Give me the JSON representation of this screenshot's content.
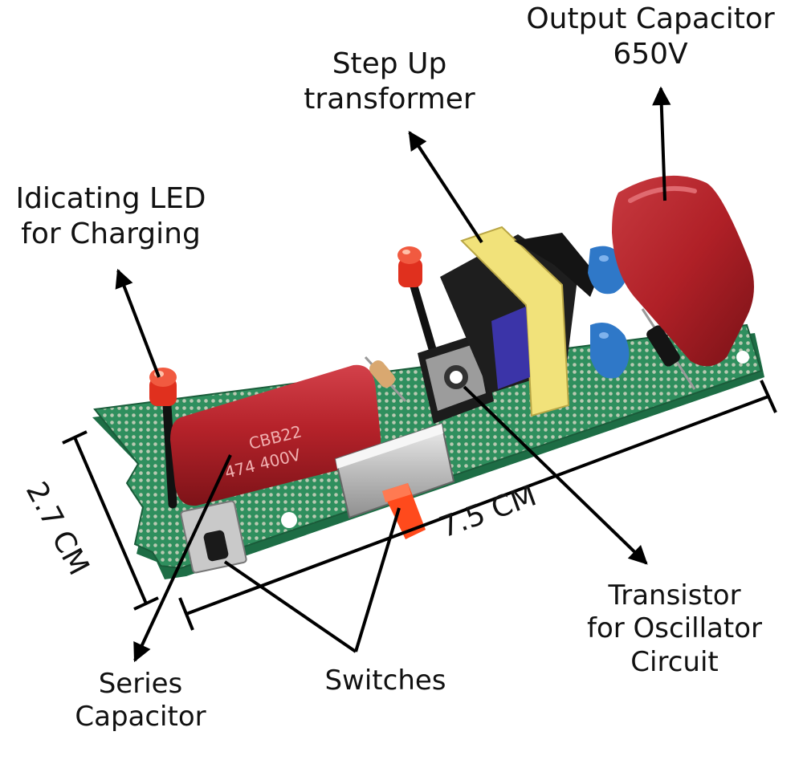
{
  "labels": {
    "output_capacitor": {
      "line1": "Output Capacitor",
      "line2": "650V"
    },
    "step_up_transformer": {
      "line1": "Step Up",
      "line2": "transformer"
    },
    "indicating_led": {
      "line1": "Idicating LED",
      "line2": "for Charging"
    },
    "transistor": {
      "line1": "Transistor",
      "line2": "for Oscillator",
      "line3": "Circuit"
    },
    "series_capacitor": {
      "line1": "Series",
      "line2": "Capacitor"
    },
    "switches": {
      "line1": "Switches"
    }
  },
  "dimensions": {
    "length": "7.5 CM",
    "width": "2.7 CM"
  },
  "component_markings": {
    "series_capacitor_text": "CBB22",
    "series_capacitor_rating": "474 400V"
  },
  "colors": {
    "pcb": "#2f8f5e",
    "capacitor_red": "#b5222a",
    "transformer_yellow": "#f1e27a",
    "blue_capacitor": "#2f78c8",
    "led_red": "#e0301e",
    "slider_orange": "#ff4a1c"
  }
}
